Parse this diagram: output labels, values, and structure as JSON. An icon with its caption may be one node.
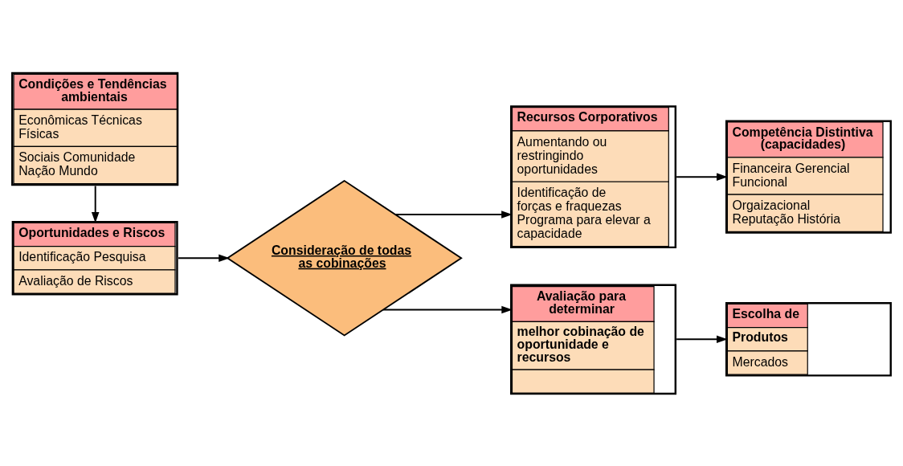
{
  "diagram": {
    "nodes": [
      {
        "text": [
          "Condições e Tendências ambientais",
          "Econômicas Técnicas Físicas",
          "Sociais Comunidade Nação Mundo"
        ]
      },
      {
        "text": [
          "Oportunidades e Riscos",
          "Identificação Pesquisa",
          "Avaliação de Riscos"
        ]
      },
      {
        "text": [
          "Consideração de todas as cobinações"
        ]
      },
      {
        "text": [
          "Recursos Corporativos",
          "Aumentando ou restringindo oportunidades",
          "Identificação de forças e fraquezas Programa para elevar a capacidade"
        ]
      },
      {
        "text": [
          "Competência Distintiva (capacidades)",
          "Financeira Gerencial Funcional",
          "Orgaizacional Reputação História"
        ]
      },
      {
        "text": [
          "Avaliação para determinar",
          "melhor cobinação de oportunidade e recursos"
        ]
      },
      {
        "text": [
          "Escolha de",
          "Produtos",
          "Mercados"
        ]
      }
    ],
    "edges": [
      {
        "from": 0,
        "to": 1,
        "arrow": "to"
      },
      {
        "from": 1,
        "to": 2,
        "arrow": "to"
      },
      {
        "from": 2,
        "to": 3,
        "arrow": "to"
      },
      {
        "from": 3,
        "to": 4,
        "arrow": "to"
      },
      {
        "from": 2,
        "to": 5,
        "arrow": "to"
      },
      {
        "from": 5,
        "to": 6,
        "arrow": "to"
      }
    ]
  }
}
